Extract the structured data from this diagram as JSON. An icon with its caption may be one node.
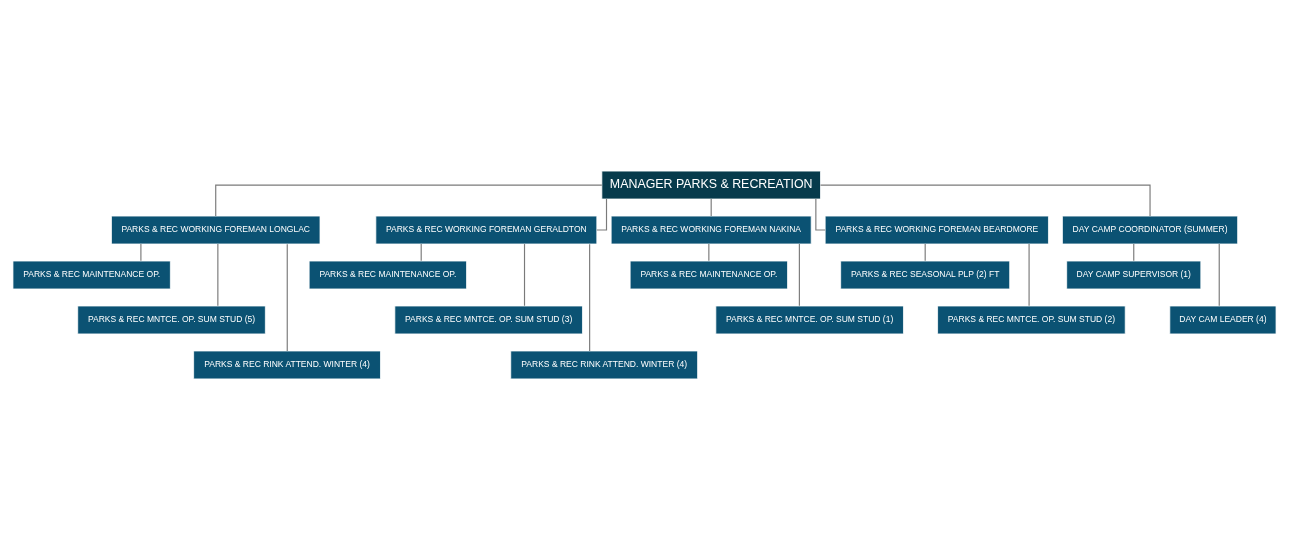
{
  "diagram": {
    "nodes": [
      {
        "text": [
          "MANAGER PARKS & RECREATION"
        ]
      },
      {
        "text": [
          "PARKS & REC WORKING FOREMAN LONGLAC"
        ]
      },
      {
        "text": [
          "PARKS & REC WORKING FOREMAN GERALDTON"
        ]
      },
      {
        "text": [
          "PARKS & REC WORKING FOREMAN NAKINA"
        ]
      },
      {
        "text": [
          "PARKS & REC WORKING FOREMAN BEARDMORE"
        ]
      },
      {
        "text": [
          "DAY CAMP COORDINATOR (SUMMER)"
        ]
      },
      {
        "text": [
          "PARKS & REC MAINTENANCE OP."
        ]
      },
      {
        "text": [
          "PARKS & REC MNTCE. OP. SUM STUD (5)"
        ]
      },
      {
        "text": [
          "PARKS & REC RINK ATTEND. WINTER (4)"
        ]
      },
      {
        "text": [
          "PARKS & REC MAINTENANCE OP."
        ]
      },
      {
        "text": [
          "PARKS & REC MNTCE. OP. SUM STUD (3)"
        ]
      },
      {
        "text": [
          "PARKS & REC RINK ATTEND. WINTER (4)"
        ]
      },
      {
        "text": [
          "PARKS & REC MAINTENANCE OP."
        ]
      },
      {
        "text": [
          "PARKS & REC MNTCE. OP. SUM STUD (1)"
        ]
      },
      {
        "text": [
          "PARKS & REC SEASONAL PLP (2) FT"
        ]
      },
      {
        "text": [
          "PARKS & REC MNTCE. OP. SUM STUD (2)"
        ]
      },
      {
        "text": [
          "DAY CAMP SUPERVISOR (1)"
        ]
      },
      {
        "text": [
          "DAY CAM LEADER (4)"
        ]
      }
    ],
    "edges": [
      {
        "from": 0,
        "to": 1,
        "arrow": "none"
      },
      {
        "from": 0,
        "to": 2,
        "arrow": "none"
      },
      {
        "from": 0,
        "to": 3,
        "arrow": "none"
      },
      {
        "from": 0,
        "to": 4,
        "arrow": "none"
      },
      {
        "from": 0,
        "to": 5,
        "arrow": "none"
      },
      {
        "from": 1,
        "to": 6,
        "arrow": "none"
      },
      {
        "from": 1,
        "to": 7,
        "arrow": "none"
      },
      {
        "from": 1,
        "to": 8,
        "arrow": "none"
      },
      {
        "from": 2,
        "to": 9,
        "arrow": "none"
      },
      {
        "from": 2,
        "to": 10,
        "arrow": "none"
      },
      {
        "from": 2,
        "to": 11,
        "arrow": "none"
      },
      {
        "from": 3,
        "to": 12,
        "arrow": "none"
      },
      {
        "from": 3,
        "to": 13,
        "arrow": "none"
      },
      {
        "from": 4,
        "to": 14,
        "arrow": "none"
      },
      {
        "from": 4,
        "to": 15,
        "arrow": "none"
      },
      {
        "from": 5,
        "to": 16,
        "arrow": "none"
      },
      {
        "from": 5,
        "to": 17,
        "arrow": "none"
      }
    ]
  }
}
